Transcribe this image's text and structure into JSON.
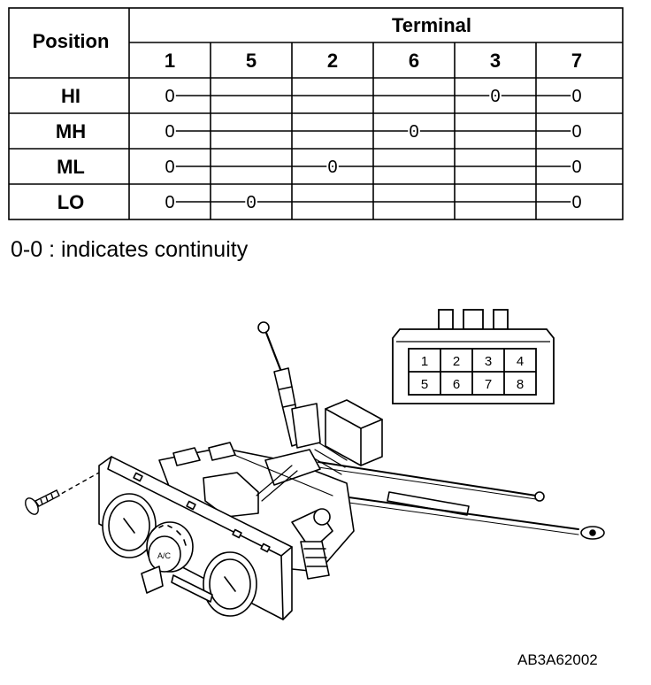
{
  "table": {
    "position_header": "Position",
    "terminal_header": "Terminal",
    "terminals": [
      "1",
      "5",
      "2",
      "6",
      "3",
      "7"
    ],
    "rows": [
      {
        "label": "HI",
        "connected": [
          "1",
          "3",
          "7"
        ]
      },
      {
        "label": "MH",
        "connected": [
          "1",
          "6",
          "7"
        ]
      },
      {
        "label": "ML",
        "connected": [
          "1",
          "2",
          "7"
        ]
      },
      {
        "label": "LO",
        "connected": [
          "1",
          "5",
          "7"
        ]
      }
    ],
    "continuity_marker": "0"
  },
  "legend": "0-0 : indicates continuity",
  "connector": {
    "pins_top": [
      "1",
      "2",
      "3",
      "4"
    ],
    "pins_bottom": [
      "5",
      "6",
      "7",
      "8"
    ]
  },
  "illustration": {
    "knob_label": "A/C"
  },
  "figure_id": "AB3A62002"
}
